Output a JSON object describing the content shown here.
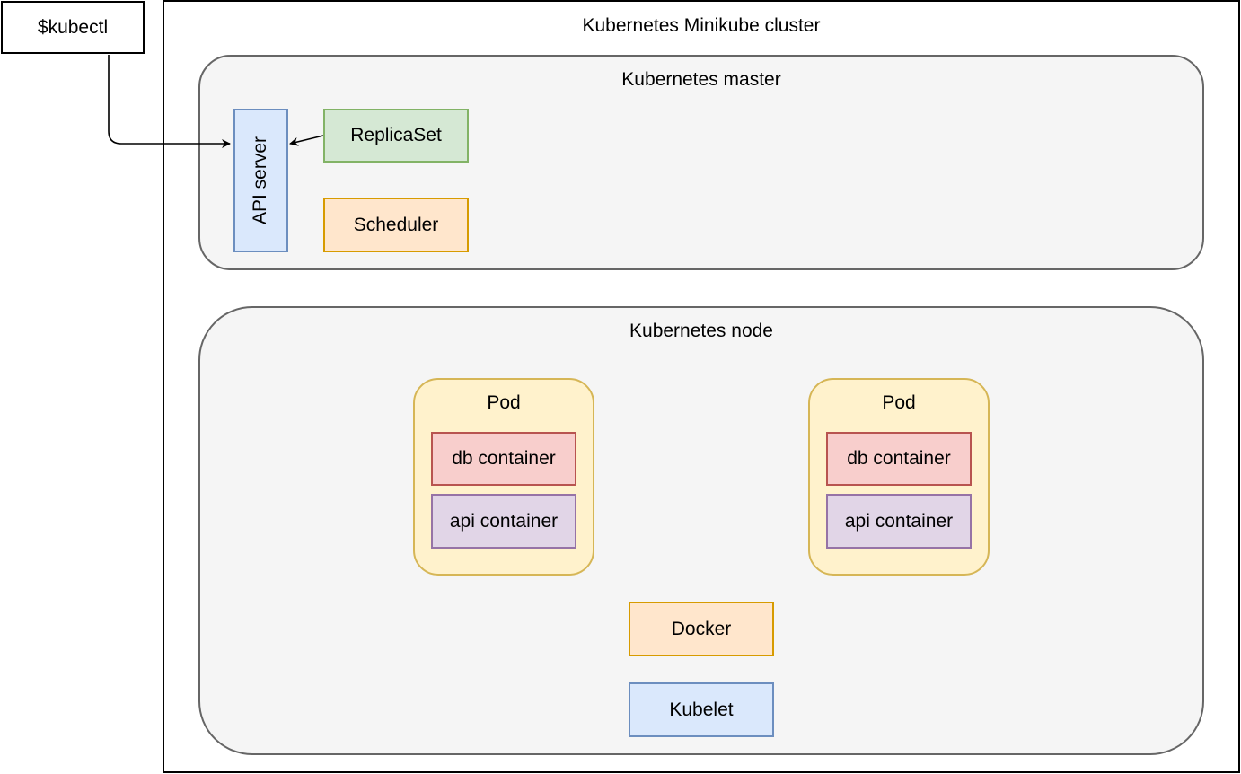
{
  "diagram": {
    "kubectl": "$kubectl",
    "cluster_title": "Kubernetes Minikube cluster",
    "master": {
      "title": "Kubernetes master",
      "api_server": "API server",
      "replicaset": "ReplicaSet",
      "scheduler": "Scheduler"
    },
    "node": {
      "title": "Kubernetes node",
      "pods": [
        {
          "title": "Pod",
          "containers": [
            "db container",
            "api container"
          ]
        },
        {
          "title": "Pod",
          "containers": [
            "db container",
            "api container"
          ]
        }
      ],
      "docker": "Docker",
      "kubelet": "Kubelet"
    },
    "colors": {
      "blue_fill": "#dae8fc",
      "blue_stroke": "#6c8ebf",
      "green_fill": "#d5e8d4",
      "green_stroke": "#82b366",
      "orange_fill": "#ffe6cc",
      "orange_stroke": "#d79b00",
      "red_fill": "#f8cecc",
      "red_stroke": "#b85450",
      "purple_fill": "#e1d5e7",
      "purple_stroke": "#9673a6",
      "yellow_fill": "#fff2cc",
      "yellow_stroke": "#d6b656",
      "container_fill": "#f5f5f5",
      "container_stroke": "#666666"
    }
  }
}
